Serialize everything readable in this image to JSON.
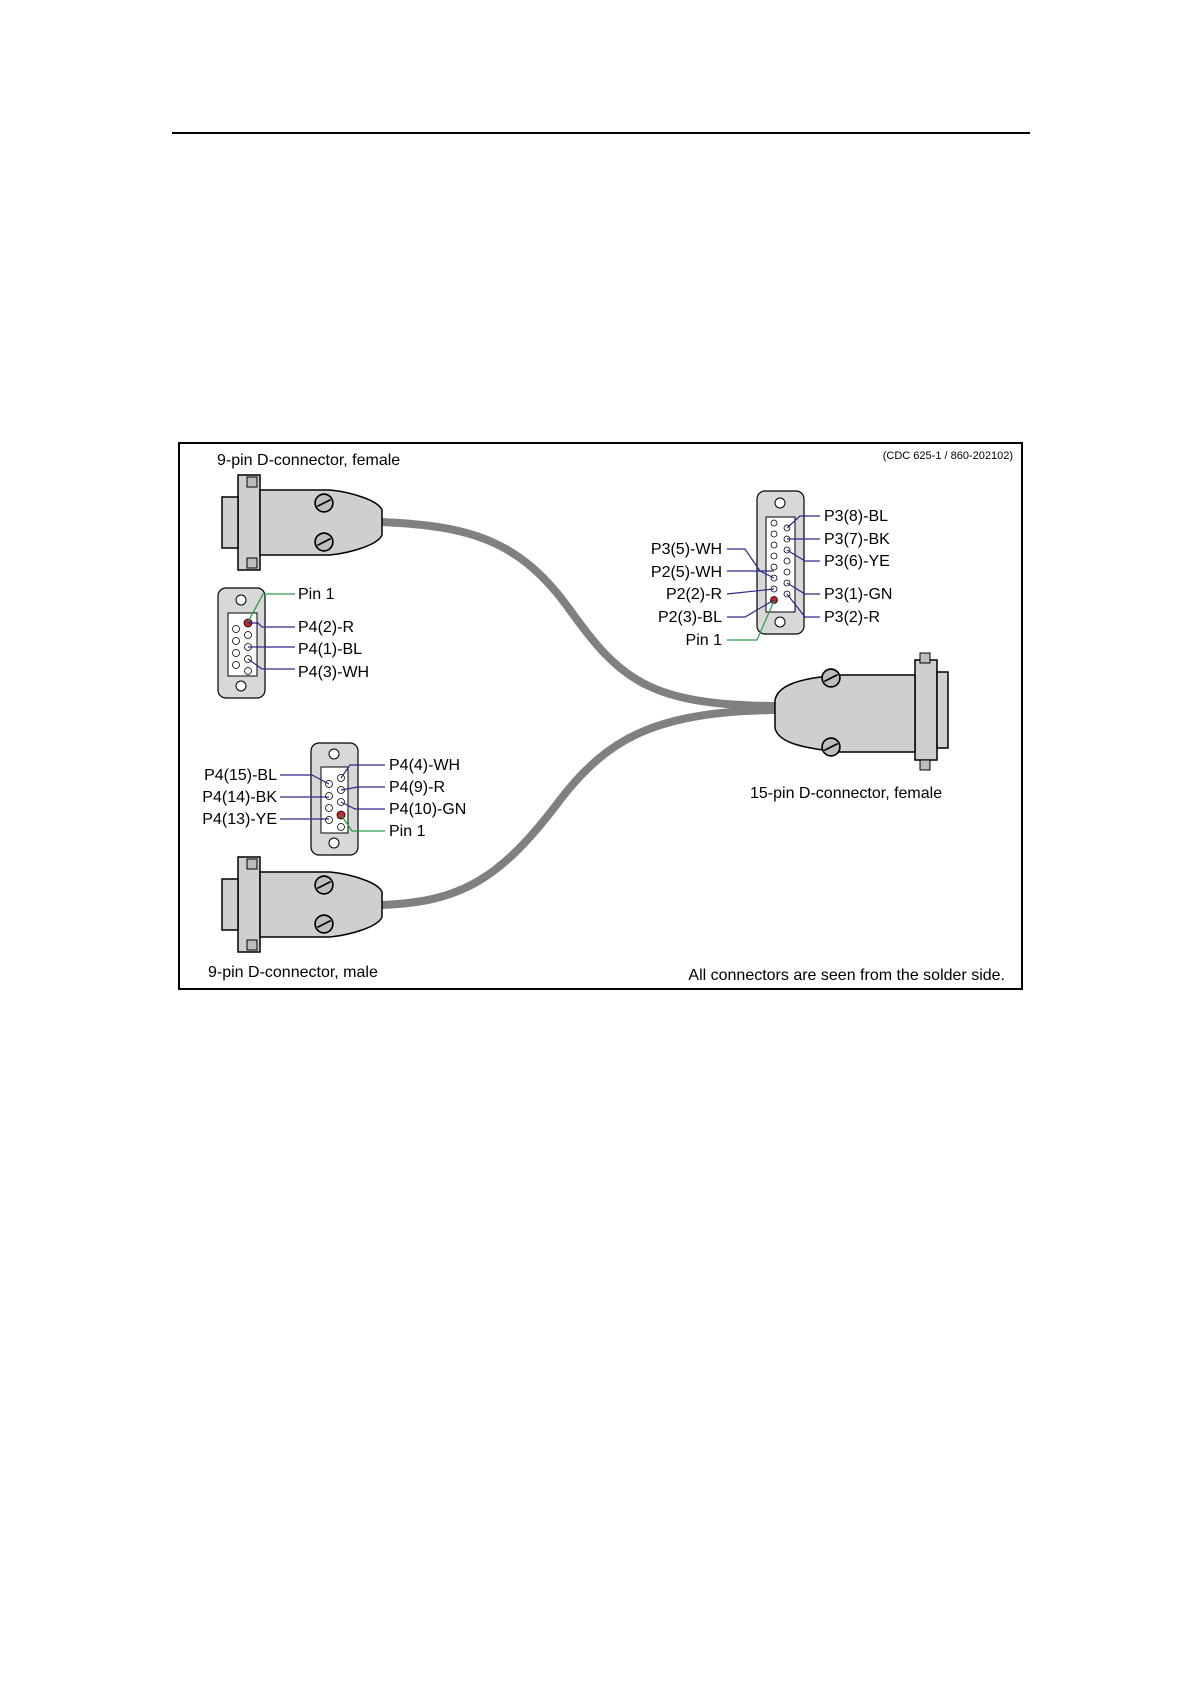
{
  "diagram": {
    "code": "(CDC 625-1 / 860-202102)",
    "connector_female_9_title": "9-pin D-connector, female",
    "connector_male_9_title": "9-pin D-connector, male",
    "connector_female_15_title": "15-pin D-connector, female",
    "note": "All connectors are seen from the solder side.",
    "female9_pins": {
      "pin1": "Pin 1",
      "p1": "P4(2)-R",
      "p2": "P4(1)-BL",
      "p3": "P4(3)-WH"
    },
    "female15_pins": {
      "left": [
        "P3(5)-WH",
        "P2(5)-WH",
        "P2(2)-R",
        "P2(3)-BL"
      ],
      "pin1": "Pin 1",
      "right": [
        "P3(8)-BL",
        "P3(7)-BK",
        "P3(6)-YE",
        "P3(1)-GN",
        "P3(2)-R"
      ]
    },
    "male9_pins": {
      "left": [
        "P4(15)-BL",
        "P4(14)-BK",
        "P4(13)-YE"
      ],
      "right": [
        "P4(4)-WH",
        "P4(9)-R",
        "P4(10)-GN"
      ],
      "pin1": "Pin 1"
    },
    "colors": {
      "cable": "#808080",
      "connector_fill": "#cfcfcf",
      "plate_fill": "#d8d8d8",
      "pin1_dot": "#c0282d",
      "lead_blue": "#2a2a8a",
      "lead_green": "#2a9a4a"
    }
  }
}
